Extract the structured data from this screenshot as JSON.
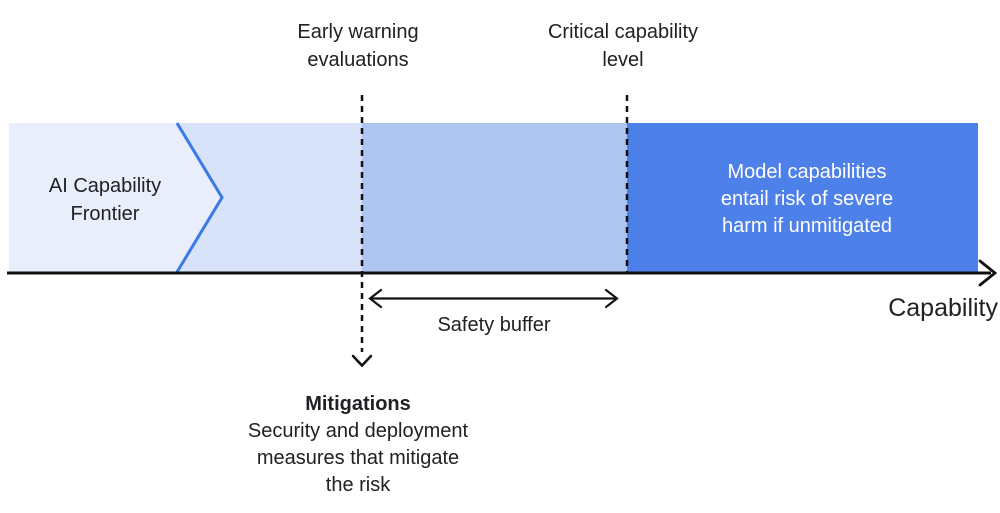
{
  "colors": {
    "band_pre_frontier": "#e8eefb",
    "band_frontier_buffer": "#d8e2f8",
    "band_safety_buffer": "#aec5f1",
    "band_critical": "#4e80e9",
    "chevron_stroke": "#3b78e8",
    "axis": "#111111",
    "text_dark": "#202124",
    "text_light": "#ffffff"
  },
  "labels": {
    "early_warning": {
      "line1": "Early warning",
      "line2": "evaluations"
    },
    "critical_level": {
      "line1": "Critical capability",
      "line2": "level"
    },
    "frontier": {
      "line1": "AI Capability",
      "line2": "Frontier"
    },
    "risk": {
      "line1": "Model capabilities",
      "line2": "entail risk of severe",
      "line3": "harm if unmitigated"
    },
    "safety_buffer": "Safety buffer",
    "capability_axis": "Capability",
    "mitigations": {
      "title": "Mitigations",
      "line1": "Security and deployment",
      "line2": "measures that mitigate",
      "line3": "the risk"
    }
  }
}
